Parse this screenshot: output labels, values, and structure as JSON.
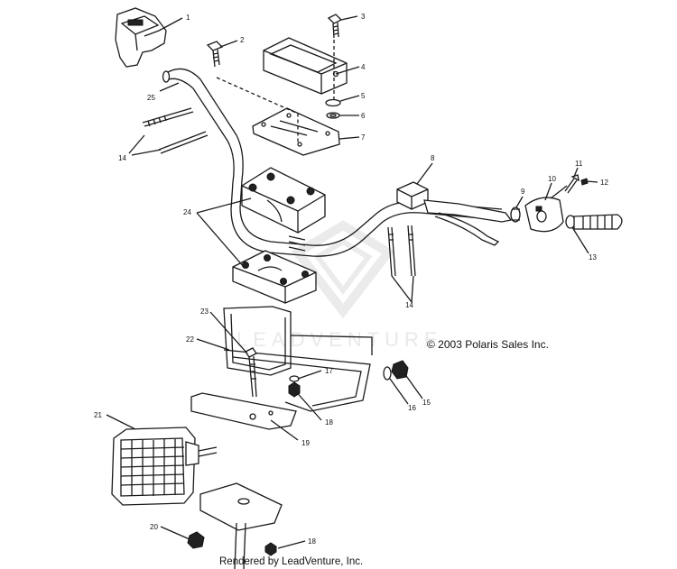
{
  "diagram": {
    "copyright": "© 2003 Polaris Sales Inc.",
    "rendered_by": "Rendered by LeadVenture, Inc.",
    "watermark": "LEADVENTURE",
    "callouts": {
      "c1": "1",
      "c2": "2",
      "c3": "3",
      "c4": "4",
      "c5": "5",
      "c6": "6",
      "c7": "7",
      "c8": "8",
      "c9": "9",
      "c10": "10",
      "c11": "11",
      "c12": "12",
      "c13": "13",
      "c14a": "14",
      "c14b": "14",
      "c15": "15",
      "c16": "16",
      "c17": "17",
      "c18a": "18",
      "c18b": "18",
      "c19": "19",
      "c20": "20",
      "c21": "21",
      "c22": "22",
      "c23": "23",
      "c24": "24",
      "c25": "25"
    }
  }
}
